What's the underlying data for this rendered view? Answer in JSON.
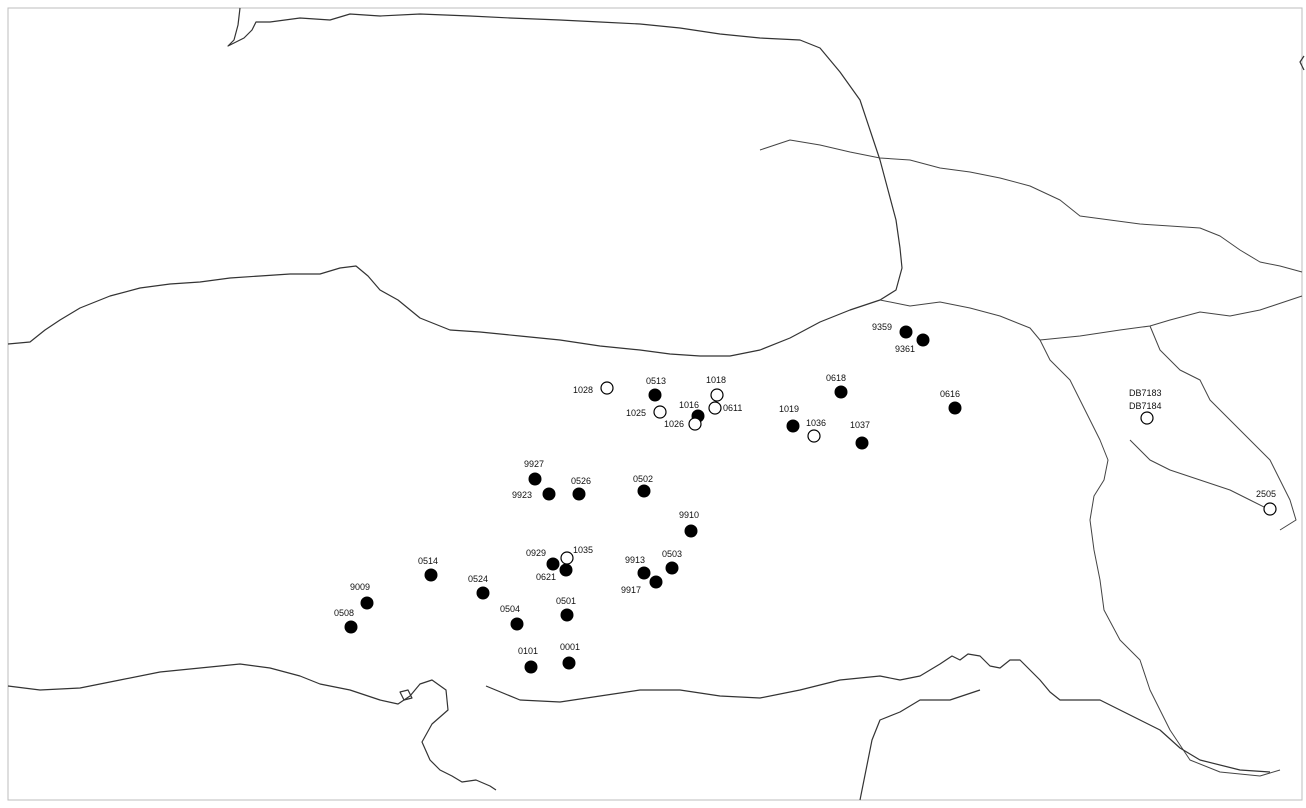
{
  "map": {
    "legend_note": "",
    "sites": [
      {
        "id": "0001",
        "filled": true
      },
      {
        "id": "0101",
        "filled": true
      },
      {
        "id": "0501",
        "filled": true
      },
      {
        "id": "0502",
        "filled": true
      },
      {
        "id": "0503",
        "filled": true
      },
      {
        "id": "0504",
        "filled": true
      },
      {
        "id": "0508",
        "filled": true
      },
      {
        "id": "0513",
        "filled": true
      },
      {
        "id": "0514",
        "filled": true
      },
      {
        "id": "0524",
        "filled": true
      },
      {
        "id": "0526",
        "filled": true
      },
      {
        "id": "0611",
        "filled": false
      },
      {
        "id": "0616",
        "filled": true
      },
      {
        "id": "0618",
        "filled": true
      },
      {
        "id": "0621",
        "filled": true
      },
      {
        "id": "0929",
        "filled": true
      },
      {
        "id": "9009",
        "filled": true
      },
      {
        "id": "9359",
        "filled": true
      },
      {
        "id": "9361",
        "filled": true
      },
      {
        "id": "9910",
        "filled": true
      },
      {
        "id": "9913",
        "filled": true
      },
      {
        "id": "9917",
        "filled": true
      },
      {
        "id": "9923",
        "filled": true
      },
      {
        "id": "9927",
        "filled": true
      },
      {
        "id": "1016",
        "filled": true
      },
      {
        "id": "1018",
        "filled": false
      },
      {
        "id": "1019",
        "filled": true
      },
      {
        "id": "1025",
        "filled": false
      },
      {
        "id": "1026",
        "filled": false
      },
      {
        "id": "1028",
        "filled": false
      },
      {
        "id": "1035",
        "filled": false
      },
      {
        "id": "1036",
        "filled": false
      },
      {
        "id": "1037",
        "filled": true
      },
      {
        "id": "DB7183",
        "filled": false
      },
      {
        "id": "DB7184",
        "filled": false
      },
      {
        "id": "2505",
        "filled": false
      }
    ]
  }
}
